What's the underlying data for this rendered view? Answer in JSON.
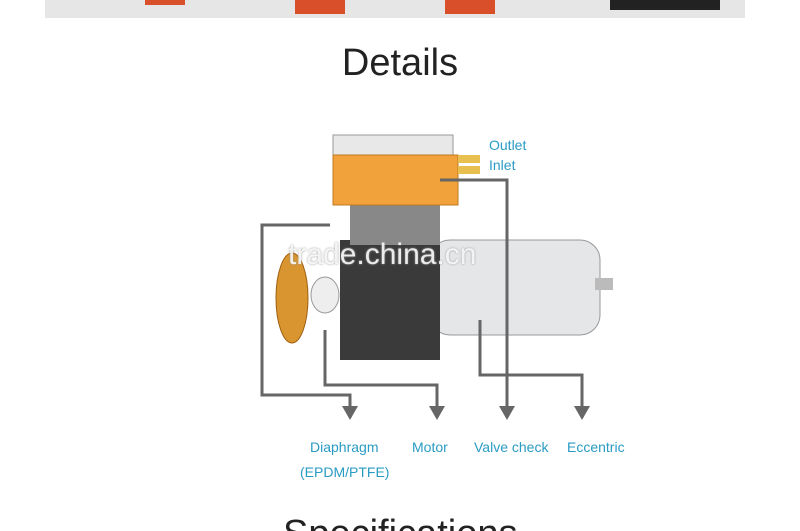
{
  "header": {
    "title": "Details"
  },
  "labels": {
    "outlet": "Outlet",
    "inlet": "Inlet",
    "diaphragm": "Diaphragm",
    "diaphragm_material": "(EPDM/PTFE)",
    "motor": "Motor",
    "valve_check": "Valve check",
    "eccentric": "Eccentric"
  },
  "watermark": "trade.china.cn",
  "next_section": "Specifications",
  "colors": {
    "label": "#2a9bc4",
    "pump_head": "#f2a23a",
    "arrows": "#666666"
  }
}
